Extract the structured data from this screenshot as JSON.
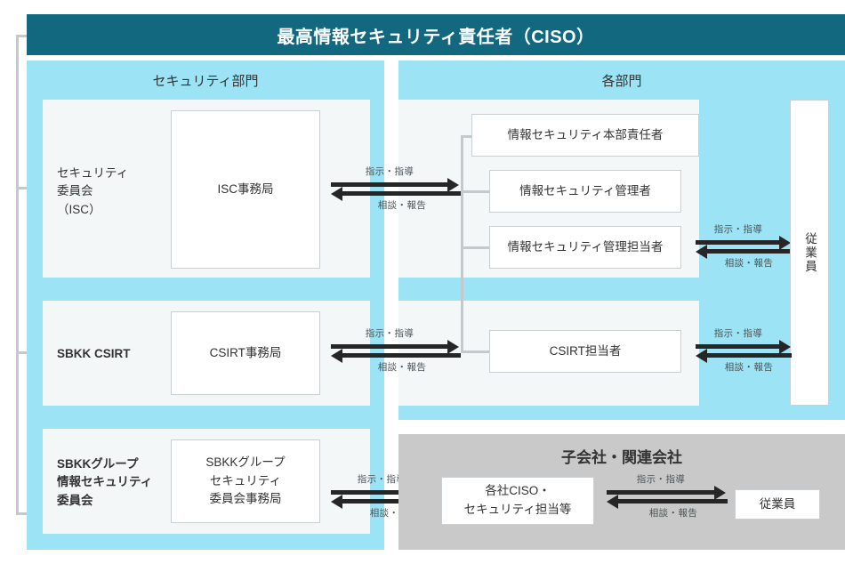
{
  "header": {
    "title": "最高情報セキュリティ責任者（CISO）"
  },
  "columns": {
    "left_title": "セキュリティ部門",
    "right_title": "各部門"
  },
  "rows": [
    {
      "id": "isc",
      "role_label": "セキュリティ\n委員会\n（ISC）",
      "office_box": "ISC事務局",
      "right_boxes": [
        "情報セキュリティ本部責任者",
        "情報セキュリティ管理者",
        "情報セキュリティ管理担当者"
      ]
    },
    {
      "id": "csirt",
      "role_label": "SBKK CSIRT",
      "office_box": "CSIRT事務局",
      "right_boxes": [
        "CSIRT担当者"
      ]
    },
    {
      "id": "group",
      "role_label": "SBKKグループ\n情報セキュリティ\n委員会",
      "office_box": "SBKKグループ\nセキュリティ\n委員会事務局"
    }
  ],
  "employee_box": "従業員",
  "subsidiary": {
    "title": "子会社・関連会社",
    "ciso_box": "各社CISO・\nセキュリティ担当等",
    "employee_box": "従業員"
  },
  "arrow_labels": {
    "instruct": "指示・指導",
    "report": "相談・報告"
  },
  "colors": {
    "header_teal": "#11687f",
    "panel_blue": "#9ce4f5",
    "row_inner": "#f4f7f8",
    "subsidiary_gray": "#c9c9c9",
    "connector_gray": "#c4c9cc",
    "arrow_black": "#262626",
    "box_border": "#c9cfd2",
    "text": "#333333"
  }
}
